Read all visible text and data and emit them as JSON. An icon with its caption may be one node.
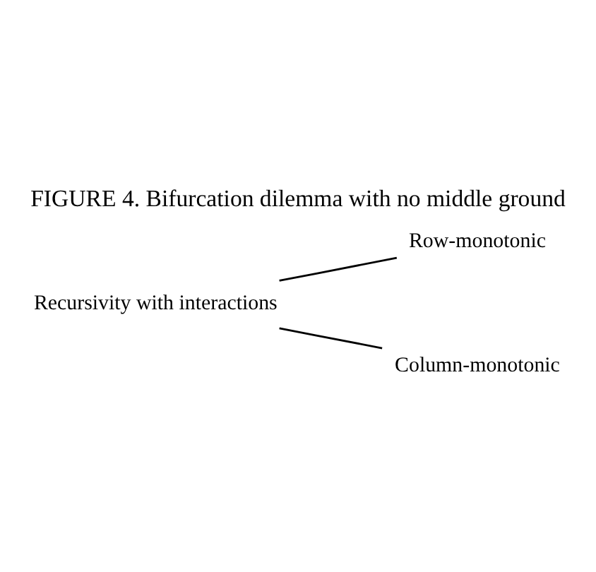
{
  "diagram": {
    "title": "FIGURE 4. Bifurcation dilemma with no middle ground",
    "nodes": [
      {
        "text": [
          "Recursivity with interactions"
        ]
      },
      {
        "text": [
          "Row-monotonic"
        ]
      },
      {
        "text": [
          "Column-monotonic"
        ]
      }
    ],
    "edges": [
      {
        "from": 0,
        "to": 1,
        "arrow": "none"
      },
      {
        "from": 0,
        "to": 2,
        "arrow": "none"
      }
    ]
  }
}
